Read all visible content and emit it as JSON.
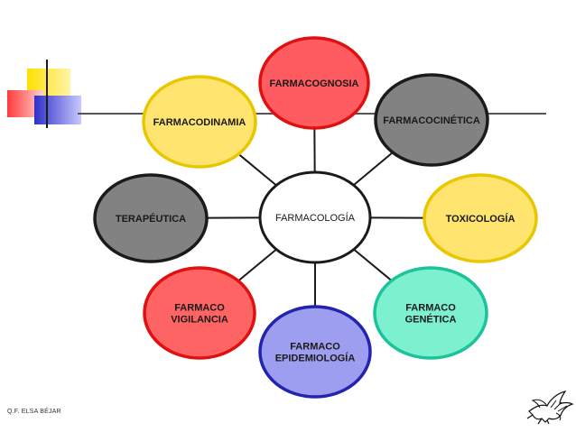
{
  "diagram": {
    "center": {
      "label": "FARMACOLOGÍA",
      "fill": "#ffffff"
    },
    "nodes": [
      {
        "id": "farmacognosia",
        "lines": [
          "FARMACOGNOSIA"
        ],
        "fill": "#ff5c61"
      },
      {
        "id": "farmacocinetica",
        "lines": [
          "FARMACOCINÉTICA"
        ],
        "fill": "#828282"
      },
      {
        "id": "toxicologia",
        "lines": [
          "TOXICOLOGÍA"
        ],
        "fill": "#ffe470"
      },
      {
        "id": "farmaco-genetica",
        "lines": [
          "FARMACO",
          "GENÉTICA"
        ],
        "fill": "#7df0d0"
      },
      {
        "id": "farmaco-epidemiologia",
        "lines": [
          "FARMACO",
          "EPIDEMIOLOGÍA"
        ],
        "fill": "#9e9ef0"
      },
      {
        "id": "farmaco-vigilancia",
        "lines": [
          "FARMACO",
          "VIGILANCIA"
        ],
        "fill": "#ff6464"
      },
      {
        "id": "terapeutica",
        "lines": [
          "TERAPÉUTICA"
        ],
        "fill": "#828282"
      },
      {
        "id": "farmacodinamia",
        "lines": [
          "FARMACODINAMIA"
        ],
        "fill": "#ffe470"
      }
    ]
  },
  "footer": {
    "author": "Q.F. ELSA BÉJAR"
  },
  "colors": {
    "stroke": "#1a1a1a",
    "farmacognosia_stroke": "#e01010",
    "farmacocinetica_stroke": "#1a1a1a",
    "toxicologia_stroke": "#e8c600",
    "farmaco_genetica_stroke": "#1cc39a",
    "farmaco_epidemiologia_stroke": "#2323b0",
    "farmaco_vigilancia_stroke": "#e01010",
    "terapeutica_stroke": "#1a1a1a",
    "farmacodinamia_stroke": "#e8c600",
    "deco_yellow": "#ffd600",
    "deco_red": "#f03c46",
    "deco_blue": "#3636c8"
  },
  "icons": {
    "corner_logo": "pegasus-icon"
  }
}
